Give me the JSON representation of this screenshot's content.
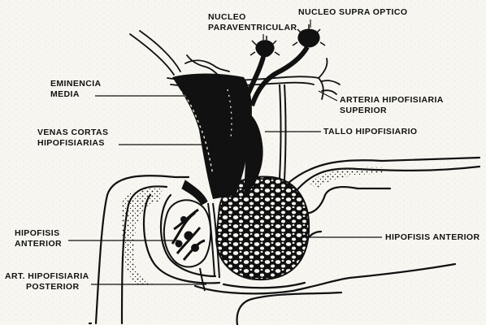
{
  "labels": {
    "nucleo_paraventricular": [
      "NUCLEO",
      "PARAVENTRICULAR"
    ],
    "nucleo_supra_optico": [
      "NUCLEO SUPRA OPTICO"
    ],
    "eminencia_media": [
      "EMINENCIA",
      "MEDIA"
    ],
    "arteria_hipofisiaria_superior": [
      "ARTERIA HIPOFISIARIA",
      "SUPERIOR"
    ],
    "venas_cortas_hipofisiarias": [
      "VENAS CORTAS",
      "HIPOFISIARIAS"
    ],
    "tallo_hipofisiario": [
      "TALLO HIPOFISIARIO"
    ],
    "hipofisis_anterior_left": [
      "HIPOFISIS",
      "ANTERIOR"
    ],
    "hipofisis_anterior_right": [
      "HIPOFISIS ANTERIOR"
    ],
    "art_hipofisiaria_posterior": [
      "ART. HIPOFISIARIA",
      "POSTERIOR"
    ]
  },
  "colors": {
    "ink": "#111111",
    "paper": "#f7f6f1",
    "speckle": "#c9c7bd"
  }
}
